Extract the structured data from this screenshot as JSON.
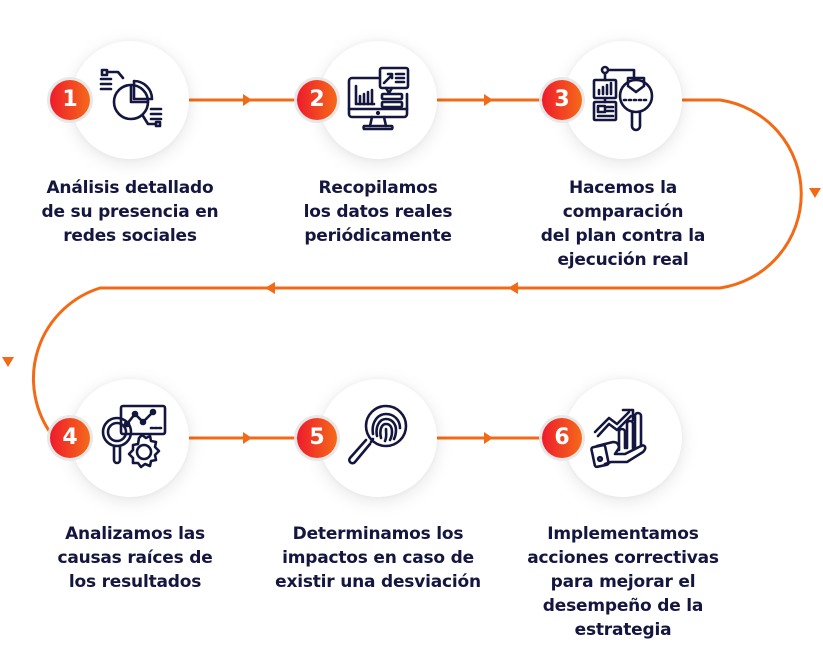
{
  "diagram": {
    "type": "process-flow",
    "accent_color": "#f26a16",
    "badge_gradient": [
      "#ee1b2d",
      "#f56a18"
    ],
    "text_color": "#14163f",
    "icon_color": "#14163f",
    "steps": [
      {
        "number": "1",
        "icon": "pie-chart-analysis-icon",
        "lines": [
          "Análisis detallado",
          "de su presencia en",
          "redes sociales"
        ]
      },
      {
        "number": "2",
        "icon": "monitor-dashboard-icon",
        "lines": [
          "Recopilamos",
          "los datos reales",
          "periódicamente"
        ]
      },
      {
        "number": "3",
        "icon": "compare-magnifier-icon",
        "lines": [
          "Hacemos la",
          "comparación",
          "del plan contra la",
          "ejecución real"
        ]
      },
      {
        "number": "4",
        "icon": "analysis-gear-icon",
        "lines": [
          "Analizamos las",
          "causas raíces de",
          "los resultados"
        ]
      },
      {
        "number": "5",
        "icon": "fingerprint-search-icon",
        "lines": [
          "Determinamos los",
          "impactos en caso de",
          "existir una desviación"
        ]
      },
      {
        "number": "6",
        "icon": "hand-growth-chart-icon",
        "lines": [
          "Implementamos",
          "acciones correctivas",
          "para mejorar el",
          "desempeño de la",
          "estrategia"
        ]
      }
    ],
    "connections": [
      {
        "from": "1",
        "to": "2",
        "direction": "right"
      },
      {
        "from": "2",
        "to": "3",
        "direction": "right"
      },
      {
        "from": "3",
        "to": "4",
        "direction": "loop-back"
      },
      {
        "from": "4",
        "to": "5",
        "direction": "right"
      },
      {
        "from": "5",
        "to": "6",
        "direction": "right"
      }
    ]
  }
}
